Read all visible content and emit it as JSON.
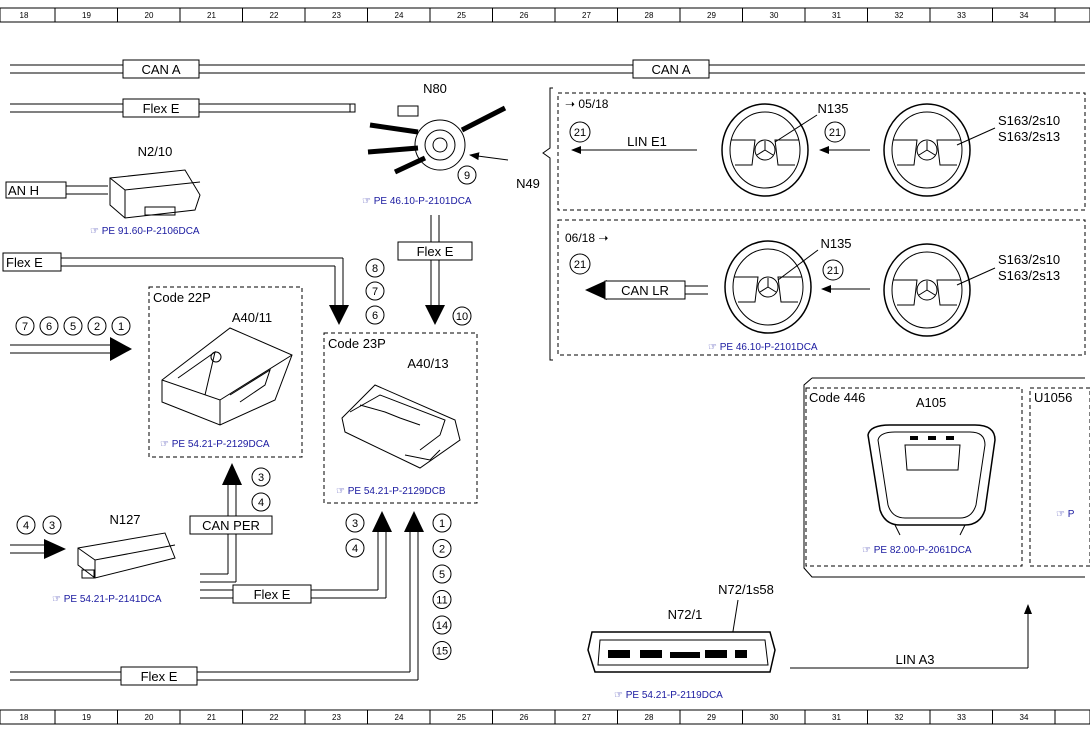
{
  "ruler": [
    "18",
    "19",
    "20",
    "21",
    "22",
    "23",
    "24",
    "25",
    "26",
    "27",
    "28",
    "29",
    "30",
    "31",
    "32",
    "33",
    "34"
  ],
  "buses": {
    "can_a_1": "CAN A",
    "can_a_2": "CAN A",
    "flex_e_1": "Flex E",
    "flex_e_2": "Flex E",
    "flex_e_3": "Flex E",
    "flex_e_4": "Flex E",
    "flex_e_5": "Flex E",
    "can_h": "AN H",
    "can_per": "CAN PER",
    "lin_e1": "LIN E1",
    "can_lr": "CAN LR",
    "lin_a3": "LIN A3"
  },
  "components": {
    "n80": "N80",
    "n49": "N49",
    "n2_10": "N2/10",
    "a40_11": "A40/11",
    "a40_13": "A40/13",
    "n127": "N127",
    "n72_1": "N72/1",
    "n72_1s58": "N72/1s58",
    "a105": "A105",
    "n135_top": "N135",
    "n135_bot": "N135",
    "s163_2s10_top": "S163/2s10",
    "s163_2s13_top": "S163/2s13",
    "s163_2s10_bot": "S163/2s10",
    "s163_2s13_bot": "S163/2s13"
  },
  "codes": {
    "code_22p": "Code 22P",
    "code_23p": "Code 23P",
    "code_446": "Code 446",
    "u1056": "U1056",
    "date_top": "05/18",
    "date_bot": "06/18"
  },
  "refs": {
    "n80": "PE 46.10-P-2101DCA",
    "n2_10": "PE 91.60-P-2106DCA",
    "a40_11": "PE 54.21-P-2129DCA",
    "a40_13": "PE 54.21-P-2129DCB",
    "n127": "PE 54.21-P-2141DCA",
    "n72_1": "PE 54.21-P-2119DCA",
    "a105": "PE 82.00-P-2061DCA",
    "n135_bot": "PE 46.10-P-2101DCA",
    "u1056": "P"
  },
  "circles": {
    "c9": "9",
    "c8": "8",
    "c7": "7",
    "c6": "6",
    "c10": "10",
    "left_row": [
      "7",
      "6",
      "5",
      "2",
      "1"
    ],
    "c3_a40": "3",
    "c4_a40": "4",
    "n127_left": [
      "4",
      "3"
    ],
    "c3_flex": "3",
    "c4_flex": "4",
    "right_col": [
      "1",
      "2",
      "5",
      "11",
      "14",
      "15"
    ],
    "c21_t1": "21",
    "c21_t2": "21",
    "c21_b1": "21",
    "c21_b2": "21"
  }
}
